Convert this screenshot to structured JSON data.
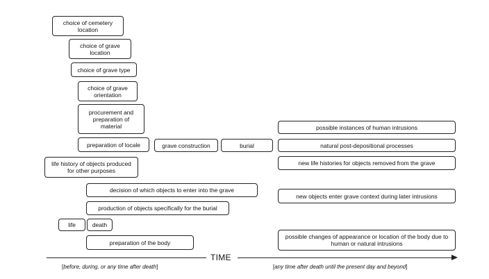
{
  "boxes": {
    "cemetery_location": "choice of cemetery location",
    "grave_location": "choice of grave location",
    "grave_type": "choice of grave type",
    "grave_orientation": "choice of grave orientation",
    "procurement": "procurement and preparation of material",
    "preparation_locale": "preparation of locale",
    "grave_construction": "grave construction",
    "burial": "burial",
    "life_history_objects": "life history of objects produced for other purposes",
    "decision_objects": "decision of which objects to enter into the grave",
    "production_objects": "production of objects specifically for the burial",
    "life": "life",
    "death": "death",
    "preparation_body": "preparation of the body",
    "human_intrusions": "possible instances of human intrusions",
    "natural_processes": "natural post-depositional processes",
    "new_life_histories": "new life histories for objects removed from the grave",
    "new_objects": "new objects enter grave context during later intrusions",
    "body_changes": "possible changes of appearance or location of the body due to human or natural intrusions"
  },
  "axis": {
    "title": "TIME",
    "left_note_open": "[",
    "left_note_text": "before, during, or any time after death",
    "left_note_close": "]",
    "right_note_open": "[",
    "right_note_text": "any time after death until the present day and beyond",
    "right_note_close": "]"
  }
}
